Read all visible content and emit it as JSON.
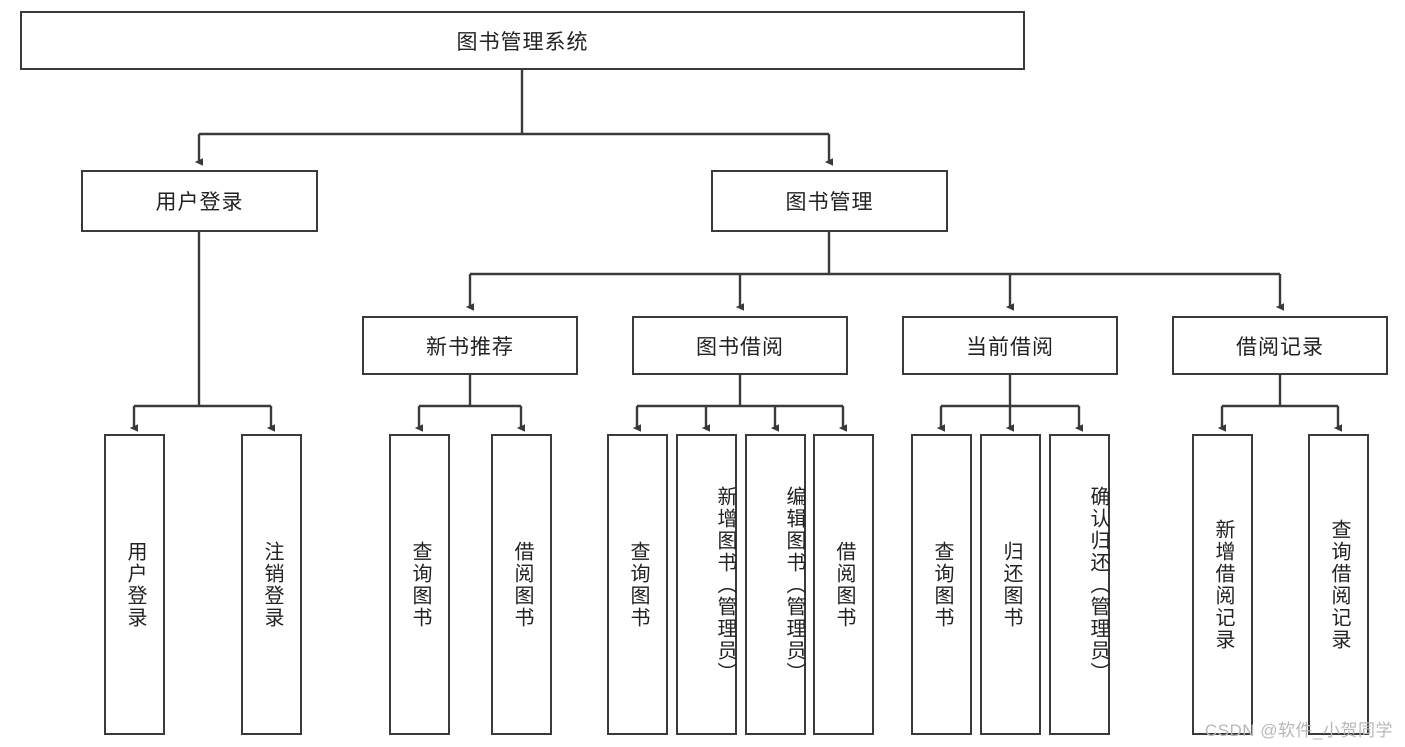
{
  "diagram": {
    "type": "tree-hierarchy",
    "title": "图书管理系统",
    "watermark": "CSDN @软件_小贺同学",
    "colors": {
      "box_border": "#3a3a3a",
      "box_fill": "#ffffff",
      "connector": "#3a3a3a",
      "text": "#222222",
      "watermark": "#b8b8b8"
    },
    "root": {
      "label": "图书管理系统"
    },
    "level2": [
      {
        "label": "用户登录"
      },
      {
        "label": "图书管理"
      }
    ],
    "level3": [
      {
        "label": "新书推荐"
      },
      {
        "label": "图书借阅"
      },
      {
        "label": "当前借阅"
      },
      {
        "label": "借阅记录"
      }
    ],
    "leaves": {
      "user_login": [
        {
          "label": "用户登录"
        },
        {
          "label": "注销登录"
        }
      ],
      "new_book_recommend": [
        {
          "label": "查询图书"
        },
        {
          "label": "借阅图书"
        }
      ],
      "book_borrow": [
        {
          "label": "查询图书"
        },
        {
          "label": "新增图书（管理员）"
        },
        {
          "label": "编辑图书（管理员）"
        },
        {
          "label": "借阅图书"
        }
      ],
      "current_borrow": [
        {
          "label": "查询图书"
        },
        {
          "label": "归还图书"
        },
        {
          "label": "确认归还（管理员）"
        }
      ],
      "borrow_records": [
        {
          "label": "新增借阅记录"
        },
        {
          "label": "查询借阅记录"
        }
      ]
    }
  }
}
